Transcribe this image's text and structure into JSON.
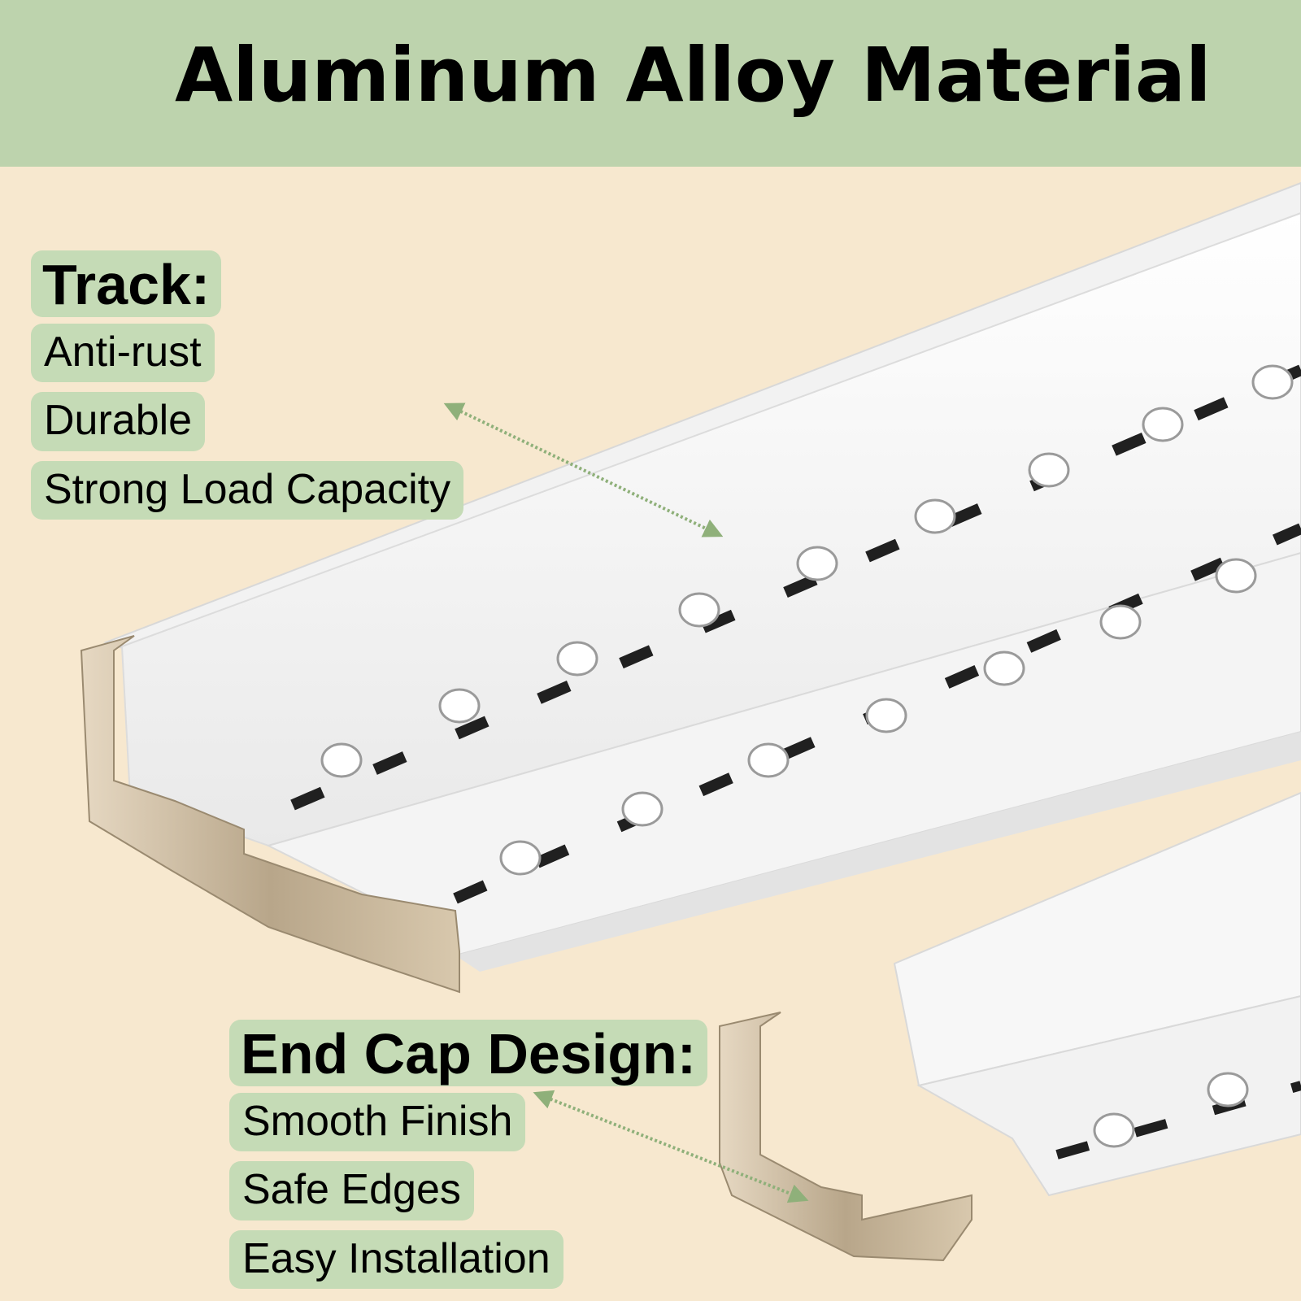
{
  "banner": {
    "title": "Aluminum Alloy Material"
  },
  "features": [
    {
      "heading": "Track:",
      "items": [
        "Anti-rust",
        "Durable",
        "Strong Load Capacity"
      ]
    },
    {
      "heading": "End Cap Design:",
      "items": [
        "Smooth Finish",
        "Safe Edges",
        "Easy Installation"
      ]
    }
  ],
  "colors": {
    "banner": "#bdd3ad",
    "label_bg": "#c5dbb6",
    "background": "#f7e8cf",
    "track": "#ffffff",
    "end_cap": "#c9b79d",
    "arrow": "#7fa06a"
  }
}
